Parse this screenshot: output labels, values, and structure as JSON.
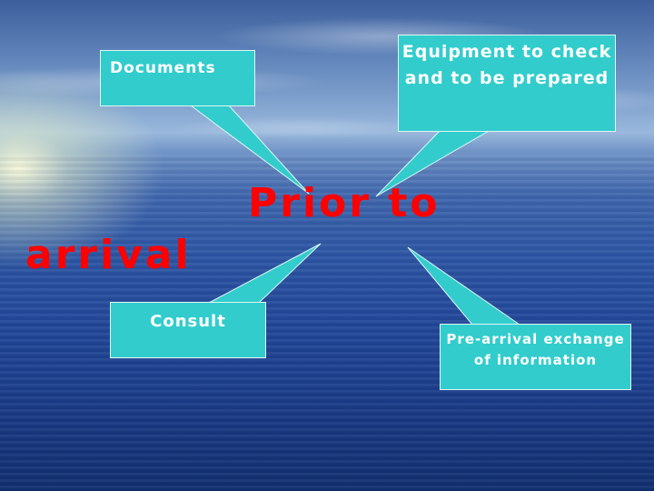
{
  "title": {
    "line1": "Prior to",
    "line2": "arrival"
  },
  "boxes": {
    "documents": "Documents",
    "equipment": "Equipment to check and to be prepared",
    "consult": "Consult",
    "prearrival": "Pre-arrival exchange of information"
  },
  "colors": {
    "box_fill": "#33cccc",
    "box_text": "#ffffff",
    "title": "#ff0000"
  }
}
